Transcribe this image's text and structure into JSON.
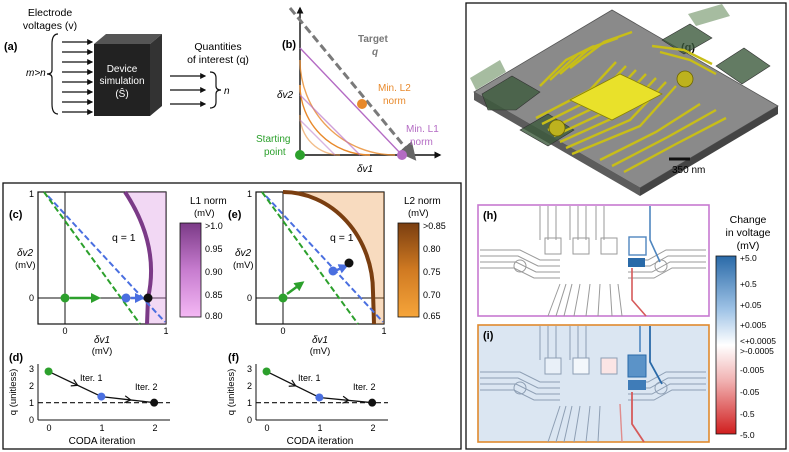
{
  "panel_a": {
    "label": "(a)",
    "input_title": [
      "Electrode",
      "voltages (v)"
    ],
    "block_label": [
      "Device",
      "simulation",
      "(Ŝ)"
    ],
    "output_title": [
      "Quantities",
      "of interest (q)"
    ],
    "m_label": "m>n",
    "n_label": "n"
  },
  "panel_b": {
    "label": "(b)",
    "target": [
      "Target",
      "q"
    ],
    "min_l2": [
      "Min. L2",
      "norm"
    ],
    "min_l1": [
      "Min. L1",
      "norm"
    ],
    "start": [
      "Starting",
      "point"
    ],
    "axis_y": "δv2",
    "axis_x": "δv1"
  },
  "panel_c": {
    "label": "(c)",
    "q_label": "q = 1",
    "ylabel": [
      "δv2",
      "(mV)"
    ],
    "xlabel": [
      "δv1",
      "(mV)"
    ],
    "tick_1": "1",
    "tick_0x": "0",
    "tick_0y": "0",
    "tick_1x": "1",
    "colorbar_title": [
      "L1 norm",
      "(mV)"
    ],
    "colorbar_ticks": [
      ">1.0",
      "0.95",
      "0.90",
      "0.85",
      "0.80"
    ]
  },
  "panel_e": {
    "label": "(e)",
    "q_label": "q = 1",
    "ylabel": [
      "δv2",
      "(mV)"
    ],
    "xlabel": [
      "δv1",
      "(mV)"
    ],
    "tick_1": "1",
    "tick_0x": "0",
    "tick_0y": "0",
    "tick_1x": "1",
    "colorbar_title": [
      "L2 norm",
      "(mV)"
    ],
    "colorbar_ticks": [
      ">0.85",
      "0.80",
      "0.75",
      "0.70",
      "0.65"
    ]
  },
  "panel_d": {
    "label": "(d)",
    "ylabel": "q (unitless)",
    "xlabel": "CODA iteration",
    "yticks": [
      "3",
      "2",
      "1",
      "0"
    ],
    "xticks": [
      "0",
      "1",
      "2"
    ],
    "iter1": "Iter. 1",
    "iter2": "Iter. 2"
  },
  "panel_f": {
    "label": "(f)",
    "ylabel": "q (unitless)",
    "xlabel": "CODA iteration",
    "yticks": [
      "3",
      "2",
      "1",
      "0"
    ],
    "xticks": [
      "0",
      "1",
      "2"
    ],
    "iter1": "Iter. 1",
    "iter2": "Iter. 2"
  },
  "panel_g": {
    "label": "(g)",
    "scale_bar": "350 nm"
  },
  "panel_h": {
    "label": "(h)"
  },
  "panel_i": {
    "label": "(i)"
  },
  "voltage_colorbar": {
    "title": [
      "Change",
      "in voltage",
      "(mV)"
    ],
    "ticks": [
      "+5.0",
      "+0.5",
      "+0.05",
      "+0.005",
      "<+0.0005",
      ">-0.0005",
      "-0.005",
      "-0.05",
      "-0.5",
      "-5.0"
    ]
  },
  "chart_data": [
    {
      "type": "line",
      "panel": "(d)",
      "xlabel": "CODA iteration",
      "ylabel": "q (unitless)",
      "x": [
        0,
        1,
        2
      ],
      "y": [
        2.8,
        1.35,
        1.0
      ],
      "ylim": [
        0,
        3
      ],
      "xlim": [
        -0.2,
        2.3
      ],
      "reference_line_y": 1
    },
    {
      "type": "line",
      "panel": "(f)",
      "xlabel": "CODA iteration",
      "ylabel": "q (unitless)",
      "x": [
        0,
        1,
        2
      ],
      "y": [
        2.8,
        1.3,
        1.0
      ],
      "ylim": [
        0,
        3
      ],
      "xlim": [
        -0.2,
        2.3
      ],
      "reference_line_y": 1
    }
  ],
  "colors": {
    "green": "#2ca02c",
    "blue": "#4a6fe0",
    "orange": "#e8892b",
    "purple": "#b46bc4",
    "gate_yellow": "#e9e12a",
    "frame_purple": "#c779d0",
    "frame_orange": "#e08a2e"
  }
}
